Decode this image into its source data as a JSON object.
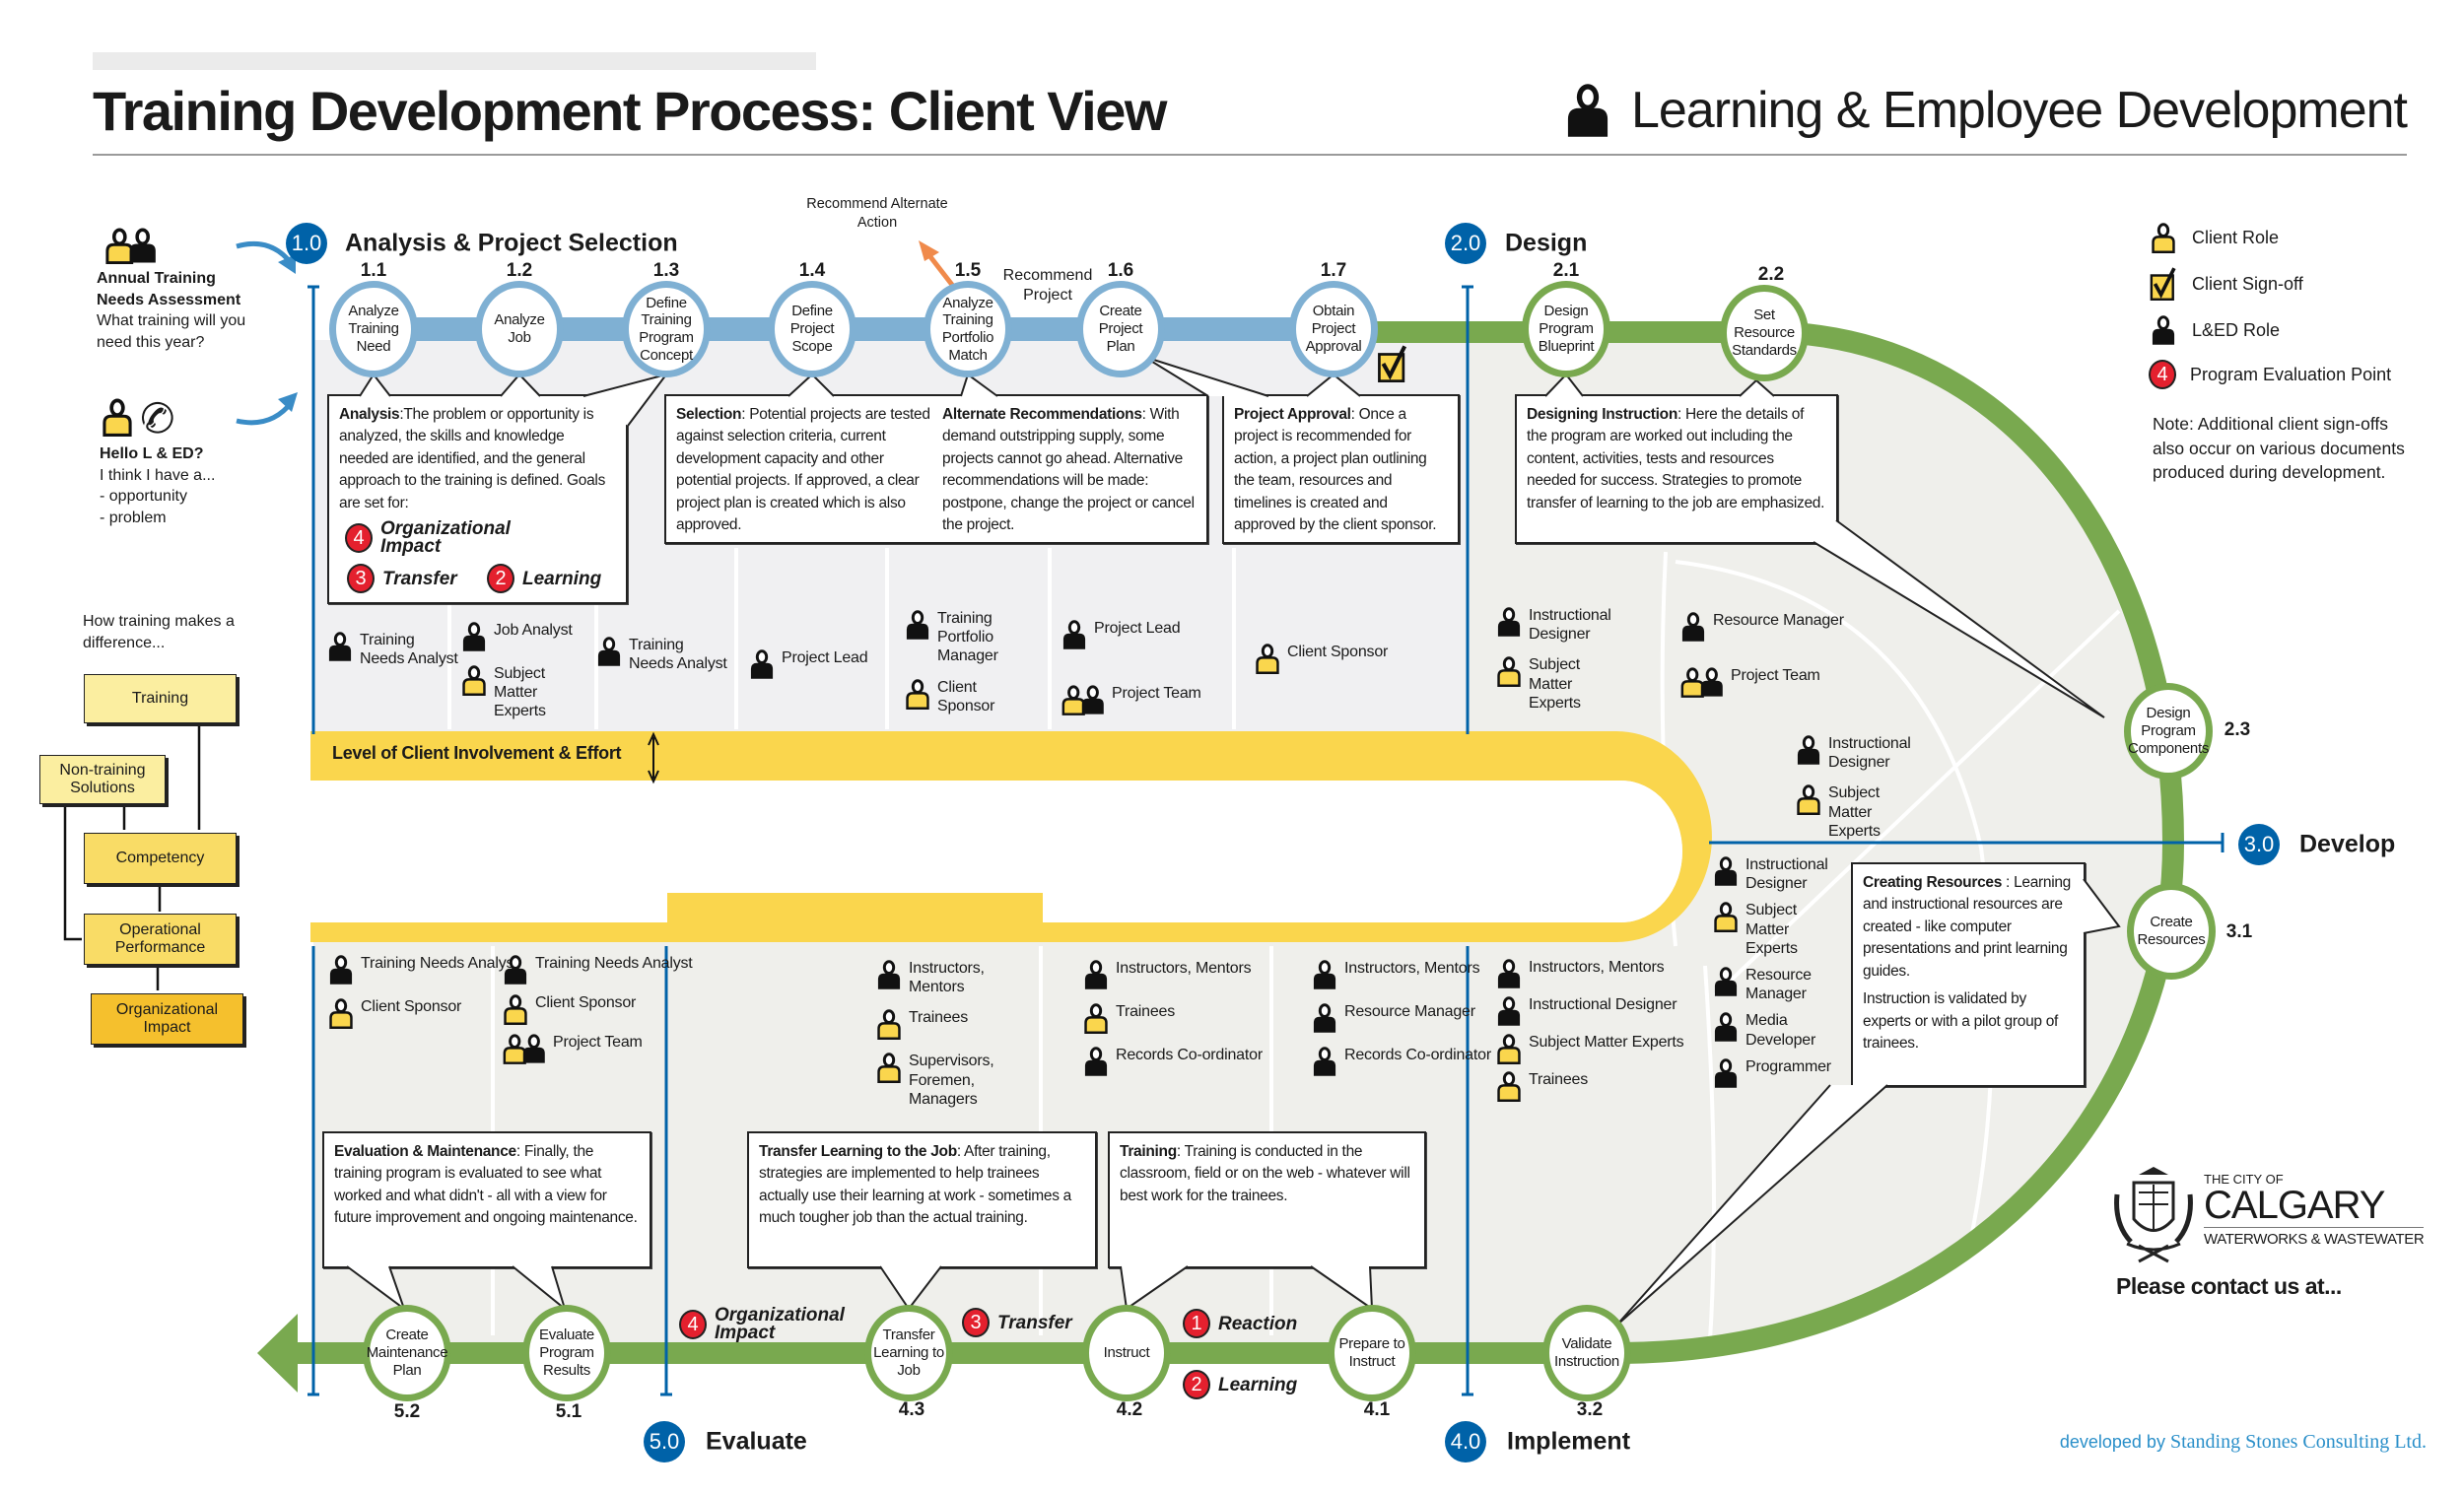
{
  "header": {
    "title": "Training Development Process: Client View",
    "org_title": "Learning & Employee Development"
  },
  "colors": {
    "phase_blue": "#0062a8",
    "analysis_track": "#7fb0d3",
    "track_green": "#79a94f",
    "client_yellow": "#fad64d",
    "eval_red": "#e4202e",
    "credit_blue": "#2a8fc9"
  },
  "left": {
    "annual": {
      "title": "Annual Training Needs Assessment",
      "question": "What training will you need this year?"
    },
    "hello": {
      "title": "Hello L & ED?",
      "line1": "I think I have a...",
      "line2": "- opportunity",
      "line3": "- problem"
    },
    "how": "How training makes a difference...",
    "flow": {
      "training": "Training",
      "non_training": "Non-training Solutions",
      "competency": "Competency",
      "operational": "Operational Performance",
      "org_impact": "Organizational Impact"
    }
  },
  "phases": {
    "p1": {
      "num": "1.0",
      "name": "Analysis & Project Selection"
    },
    "p2": {
      "num": "2.0",
      "name": "Design"
    },
    "p3": {
      "num": "3.0",
      "name": "Develop"
    },
    "p4": {
      "num": "4.0",
      "name": "Implement"
    },
    "p5": {
      "num": "5.0",
      "name": "Evaluate"
    }
  },
  "nodes": {
    "n11": {
      "num": "1.1",
      "label": "Analyze Training Need"
    },
    "n12": {
      "num": "1.2",
      "label": "Analyze Job"
    },
    "n13": {
      "num": "1.3",
      "label": "Define Training Program Concept"
    },
    "n14": {
      "num": "1.4",
      "label": "Define Project Scope"
    },
    "n15": {
      "num": "1.5",
      "label": "Analyze Training Portfolio Match"
    },
    "n16": {
      "num": "1.6",
      "label": "Create Project Plan"
    },
    "n17": {
      "num": "1.7",
      "label": "Obtain Project Approval"
    },
    "n21": {
      "num": "2.1",
      "label": "Design Program Blueprint"
    },
    "n22": {
      "num": "2.2",
      "label": "Set Resource Standards"
    },
    "n23": {
      "num": "2.3",
      "label": "Design Program Components"
    },
    "n31": {
      "num": "3.1",
      "label": "Create Resources"
    },
    "n32": {
      "num": "3.2",
      "label": "Validate Instruction"
    },
    "n41": {
      "num": "4.1",
      "label": "Prepare to Instruct"
    },
    "n42": {
      "num": "4.2",
      "label": "Instruct"
    },
    "n43": {
      "num": "4.3",
      "label": "Transfer Learning to Job"
    },
    "n51": {
      "num": "5.1",
      "label": "Evaluate Program Results"
    },
    "n52": {
      "num": "5.2",
      "label": "Create Maintenance Plan"
    }
  },
  "annotations": {
    "recommend_alternate": "Recommend Alternate Action",
    "recommend_project": "Recommend Project",
    "involvement": "Level of Client Involvement & Effort"
  },
  "callouts": {
    "analysis": {
      "title": "Analysis",
      "text": ":The problem or opportunity is analyzed, the skills and knowledge needed are identified, and the general approach to the training is defined. Goals are set for:"
    },
    "selection": {
      "title": "Selection",
      "text": ": Potential projects are tested against selection criteria, current development capacity and other potential projects. If approved, a clear project plan is created which is also approved."
    },
    "alternate": {
      "title": "Alternate Recommendations",
      "text": ": With demand outstripping supply, some projects cannot go ahead. Alternative recommendations will be made: postpone, change the project or cancel the project."
    },
    "approval": {
      "title": "Project Approval",
      "text": ": Once a project is recommended for action, a project plan outlining the team, resources and timelines is created and approved by the client sponsor."
    },
    "designing": {
      "title": "Designing Instruction",
      "text": ": Here the details of the program are worked out including the content, activities, tests and resources needed for success. Strategies to promote transfer of learning to the job are emphasized."
    },
    "creating": {
      "title": "Creating Resources",
      "text": " : Learning and instructional resources are created - like computer presentations and print learning guides.",
      "text2": "Instruction is validated by experts or with a pilot group of trainees."
    },
    "evaluation": {
      "title": "Evaluation & Maintenance",
      "text": ": Finally, the training program is evaluated to see what worked and what didn't - all with a view for future improvement and ongoing maintenance."
    },
    "transfer": {
      "title": "Transfer Learning to the Job",
      "text": ": After training, strategies are implemented to help trainees actually use their learning at work - sometimes a much tougher job than the actual training."
    },
    "training": {
      "title": "Training",
      "text": ": Training is conducted in the classroom, field or on the web - whatever will best work for the trainees."
    }
  },
  "eval_points": {
    "e4": {
      "num": "4",
      "label": "Organizational Impact"
    },
    "e3": {
      "num": "3",
      "label": "Transfer"
    },
    "e2": {
      "num": "2",
      "label": "Learning"
    },
    "e1": {
      "num": "1",
      "label": "Reaction"
    }
  },
  "roles": {
    "g11": [
      {
        "label": "Training Needs Analyst",
        "type": "led"
      }
    ],
    "g12": [
      {
        "label": "Job Analyst",
        "type": "led"
      },
      {
        "label": "Subject Matter Experts",
        "type": "client"
      }
    ],
    "g13": [
      {
        "label": "Training Needs Analyst",
        "type": "led"
      }
    ],
    "g14": [
      {
        "label": "Project Lead",
        "type": "led"
      }
    ],
    "g15": [
      {
        "label": "Training Portfolio Manager",
        "type": "led"
      },
      {
        "label": "Client Sponsor",
        "type": "client"
      }
    ],
    "g16": [
      {
        "label": "Project Lead",
        "type": "led"
      },
      {
        "label": "Project Team",
        "type": "team"
      }
    ],
    "g17": [
      {
        "label": "Client Sponsor",
        "type": "client"
      }
    ],
    "gd1": [
      {
        "label": "Instructional Designer",
        "type": "led"
      },
      {
        "label": "Subject Matter Experts",
        "type": "client"
      }
    ],
    "gd2": [
      {
        "label": "Resource Manager",
        "type": "led"
      },
      {
        "label": "Project Team",
        "type": "team"
      }
    ],
    "gd3": [
      {
        "label": "Instructional Designer",
        "type": "led"
      },
      {
        "label": "Subject Matter Experts",
        "type": "client"
      }
    ],
    "g31": [
      {
        "label": "Instructional Designer",
        "type": "led"
      },
      {
        "label": "Subject Matter Experts",
        "type": "client"
      },
      {
        "label": "Resource Manager",
        "type": "led"
      },
      {
        "label": "Media Developer",
        "type": "led"
      },
      {
        "label": "Programmer",
        "type": "led"
      }
    ],
    "g32": [
      {
        "label": "Instructors, Mentors",
        "type": "led"
      },
      {
        "label": "Instructional Designer",
        "type": "led"
      },
      {
        "label": "Subject Matter Experts",
        "type": "client"
      },
      {
        "label": "Trainees",
        "type": "client"
      }
    ],
    "g52": [
      {
        "label": "Training Needs Analyst",
        "type": "led"
      },
      {
        "label": "Client Sponsor",
        "type": "client"
      }
    ],
    "g51": [
      {
        "label": "Training Needs Analyst",
        "type": "led"
      },
      {
        "label": "Client Sponsor",
        "type": "client"
      },
      {
        "label": "Project Team",
        "type": "team"
      }
    ],
    "g43": [
      {
        "label": "Instructors, Mentors",
        "type": "led"
      },
      {
        "label": "Trainees",
        "type": "client"
      },
      {
        "label": "Supervisors, Foremen, Managers",
        "type": "client"
      }
    ],
    "g42": [
      {
        "label": "Instructors, Mentors",
        "type": "led"
      },
      {
        "label": "Trainees",
        "type": "client"
      },
      {
        "label": "Records Co-ordinator",
        "type": "led"
      }
    ],
    "g41": [
      {
        "label": "Instructors, Mentors",
        "type": "led"
      },
      {
        "label": "Resource Manager",
        "type": "led"
      },
      {
        "label": "Records Co-ordinator",
        "type": "led"
      }
    ]
  },
  "legend": {
    "client_role": "Client Role",
    "client_signoff": "Client Sign-off",
    "led_role": "L&ED Role",
    "eval_point": "Program Evaluation Point",
    "eval_num": "4"
  },
  "note": "Note:  Additional client sign-offs also occur on various documents produced during development.",
  "logo": {
    "city_of": "THE CITY OF",
    "calgary": "CALGARY",
    "division": "WATERWORKS & WASTEWATER"
  },
  "contact": "Please contact us at...",
  "credit": {
    "prefix": "developed by",
    "name": "Standing Stones Consulting Ltd."
  }
}
